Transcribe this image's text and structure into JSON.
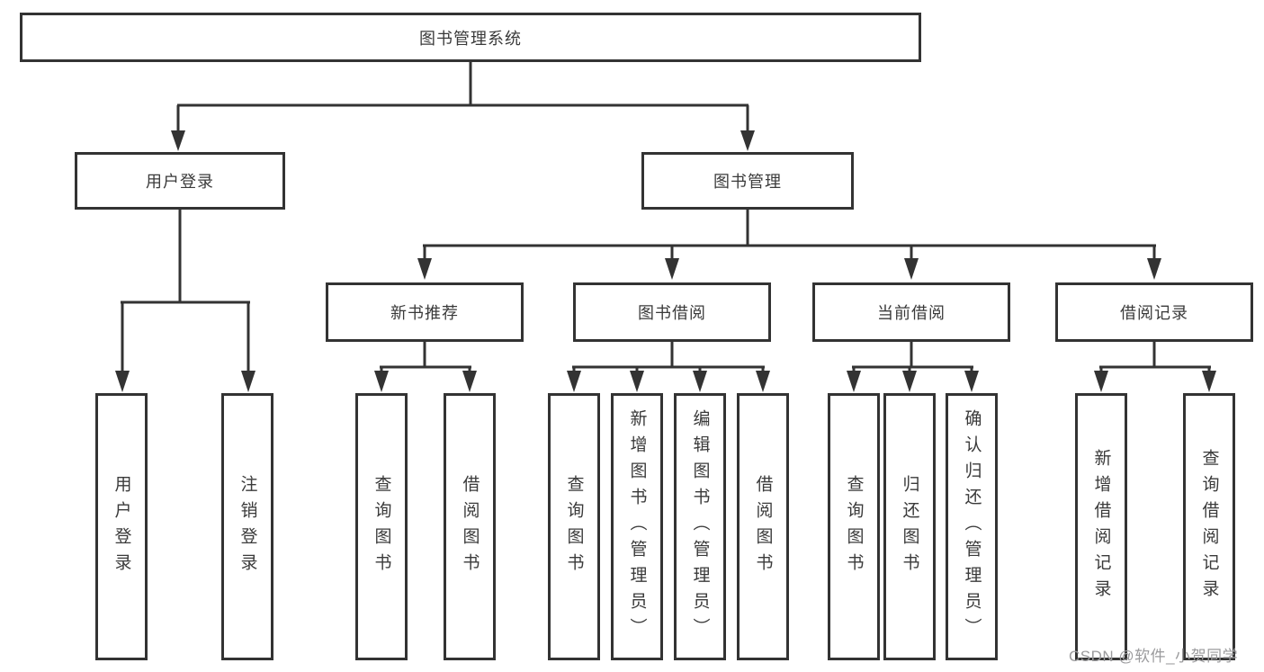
{
  "diagram": {
    "title": "图书管理系统",
    "colors": {
      "line": "#333333",
      "box_border": "#333333",
      "box_fill": "#ffffff",
      "text": "#3a3a3a",
      "watermark": "#9b9b9d",
      "background": "#ffffff"
    },
    "watermark": "CSDN @软件_小贺同学",
    "nodes": {
      "root": {
        "label": "图书管理系统"
      },
      "user_login": {
        "label": "用户登录"
      },
      "book_management": {
        "label": "图书管理"
      },
      "new_book_recommend": {
        "label": "新书推荐"
      },
      "book_borrow": {
        "label": "图书借阅"
      },
      "current_borrow": {
        "label": "当前借阅"
      },
      "borrow_records": {
        "label": "借阅记录"
      },
      "leaf_user_login": {
        "label": "用户登录"
      },
      "leaf_logout": {
        "label": "注销登录"
      },
      "leaf_query_book_1": {
        "label": "查询图书"
      },
      "leaf_borrow_book_1": {
        "label": "借阅图书"
      },
      "leaf_query_book_2": {
        "label": "查询图书"
      },
      "leaf_add_book": {
        "label": "新增图书（管理员）"
      },
      "leaf_edit_book": {
        "label": "编辑图书（管理员）"
      },
      "leaf_borrow_book_2": {
        "label": "借阅图书"
      },
      "leaf_query_book_3": {
        "label": "查询图书"
      },
      "leaf_return_book": {
        "label": "归还图书"
      },
      "leaf_confirm_return": {
        "label": "确认归还（管理员）"
      },
      "leaf_add_record": {
        "label": "新增借阅记录"
      },
      "leaf_query_record": {
        "label": "查询借阅记录"
      }
    }
  }
}
